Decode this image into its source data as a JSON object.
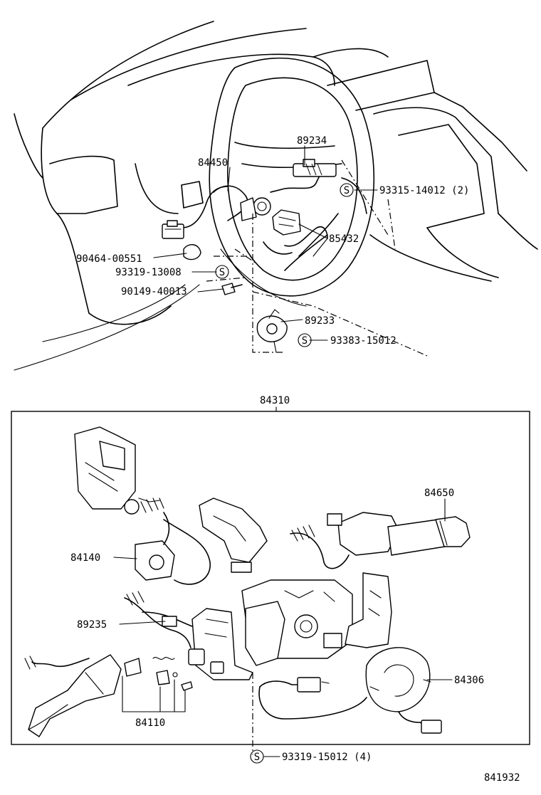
{
  "callouts": {
    "p89234": "89234",
    "p84450": "84450",
    "p93315": "93315-14012 (2)",
    "p85432": "85432",
    "p90464": "90464-00551",
    "p93319a": "93319-13008",
    "p90149": "90149-40013",
    "p89233": "89233",
    "p93383": "93383-15012",
    "p84310": "84310",
    "p84650": "84650",
    "p84140": "84140",
    "p89235": "89235",
    "p84306": "84306",
    "p84110": "84110",
    "p93319b": "93319-15012 (4)",
    "figure_code": "841932"
  },
  "symbols": {
    "s_mark": "S"
  }
}
